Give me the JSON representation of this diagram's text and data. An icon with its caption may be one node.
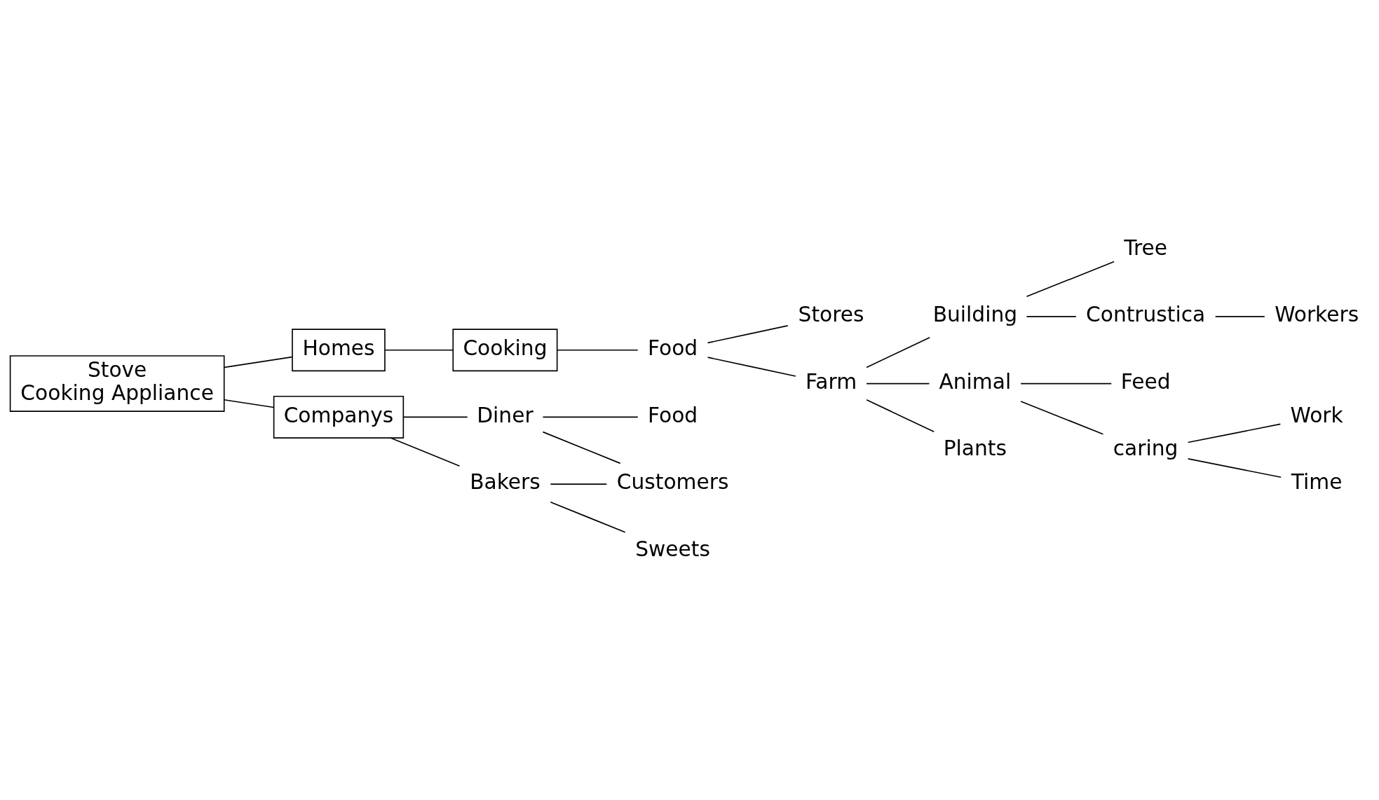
{
  "diagram": {
    "nodes": [
      {
        "text": [
          "Stove",
          "Cooking Appliance"
        ]
      },
      {
        "text": [
          "Homes"
        ]
      },
      {
        "text": [
          "Cooking"
        ]
      },
      {
        "text": [
          "Food"
        ]
      },
      {
        "text": [
          "Stores"
        ]
      },
      {
        "text": [
          "Farm"
        ]
      },
      {
        "text": [
          "Building"
        ]
      },
      {
        "text": [
          "Animal"
        ]
      },
      {
        "text": [
          "Plants"
        ]
      },
      {
        "text": [
          "Tree"
        ]
      },
      {
        "text": [
          "Contrustica"
        ]
      },
      {
        "text": [
          "Workers"
        ]
      },
      {
        "text": [
          "Feed"
        ]
      },
      {
        "text": [
          "caring"
        ]
      },
      {
        "text": [
          "Work"
        ]
      },
      {
        "text": [
          "Time"
        ]
      },
      {
        "text": [
          "Companys"
        ]
      },
      {
        "text": [
          "Diner"
        ]
      },
      {
        "text": [
          "Bakers"
        ]
      },
      {
        "text": [
          "Food"
        ]
      },
      {
        "text": [
          "Customers"
        ]
      },
      {
        "text": [
          "Sweets"
        ]
      }
    ],
    "edges": [
      {
        "from": 0,
        "to": 1,
        "arrow": "none"
      },
      {
        "from": 1,
        "to": 2,
        "arrow": "none"
      },
      {
        "from": 2,
        "to": 3,
        "arrow": "none"
      },
      {
        "from": 3,
        "to": 4,
        "arrow": "none"
      },
      {
        "from": 3,
        "to": 5,
        "arrow": "none"
      },
      {
        "from": 5,
        "to": 6,
        "arrow": "none"
      },
      {
        "from": 5,
        "to": 7,
        "arrow": "none"
      },
      {
        "from": 5,
        "to": 8,
        "arrow": "none"
      },
      {
        "from": 6,
        "to": 9,
        "arrow": "none"
      },
      {
        "from": 6,
        "to": 10,
        "arrow": "none"
      },
      {
        "from": 10,
        "to": 11,
        "arrow": "none"
      },
      {
        "from": 7,
        "to": 12,
        "arrow": "none"
      },
      {
        "from": 7,
        "to": 13,
        "arrow": "none"
      },
      {
        "from": 13,
        "to": 14,
        "arrow": "none"
      },
      {
        "from": 13,
        "to": 15,
        "arrow": "none"
      },
      {
        "from": 0,
        "to": 16,
        "arrow": "none"
      },
      {
        "from": 16,
        "to": 17,
        "arrow": "none"
      },
      {
        "from": 16,
        "to": 18,
        "arrow": "none"
      },
      {
        "from": 17,
        "to": 19,
        "arrow": "none"
      },
      {
        "from": 17,
        "to": 20,
        "arrow": "none"
      },
      {
        "from": 18,
        "to": 20,
        "arrow": "none"
      },
      {
        "from": 18,
        "to": 21,
        "arrow": "none"
      }
    ]
  }
}
